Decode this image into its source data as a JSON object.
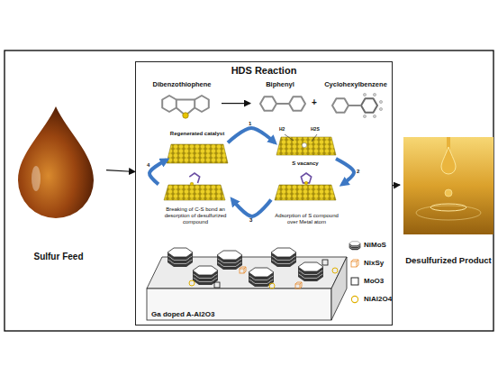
{
  "diagram": {
    "nodes": [
      {
        "text": [
          "Sulfur Feed"
        ]
      },
      {
        "text": [
          "HDS Reaction"
        ]
      },
      {
        "text": [
          "Dibenzothiophene"
        ],
        "in": 1
      },
      {
        "text": [
          "Biphenyl"
        ],
        "in": 1
      },
      {
        "text": [
          "Cyclohexylbenzene"
        ],
        "in": 1
      },
      {
        "text": [
          "Regenerated catalyst"
        ],
        "in": 1
      },
      {
        "text": [
          "S vacancy"
        ],
        "in": 1
      },
      {
        "text": [
          "Breaking of C-S bond an desorption of desulfurized compound"
        ],
        "in": 1
      },
      {
        "text": [
          "Adsorption of S compound over Metal atom"
        ],
        "in": 1
      },
      {
        "text": [
          "Ga doped A-Al2O3"
        ],
        "in": 1
      },
      {
        "text": [
          "Desulfurized Product"
        ]
      }
    ],
    "edges": [
      {
        "from": 0,
        "to": 1,
        "arrow": "to"
      },
      {
        "from": 1,
        "to": 10,
        "arrow": "to"
      },
      {
        "from": 2,
        "to": 3,
        "arrow": "to"
      },
      {
        "from": 5,
        "to": 6,
        "arrow": "to"
      },
      {
        "from": 6,
        "to": 8,
        "arrow": "to"
      },
      {
        "from": 8,
        "to": 7,
        "arrow": "to"
      },
      {
        "from": 7,
        "to": 5,
        "arrow": "to"
      }
    ],
    "labels": [
      "+",
      "H2",
      "H2S",
      "1",
      "2",
      "3",
      "4"
    ],
    "legend": [
      {
        "text": "NiMoS"
      },
      {
        "text": "NixSy"
      },
      {
        "text": "MoO3"
      },
      {
        "text": "NiAl2O4"
      }
    ]
  }
}
